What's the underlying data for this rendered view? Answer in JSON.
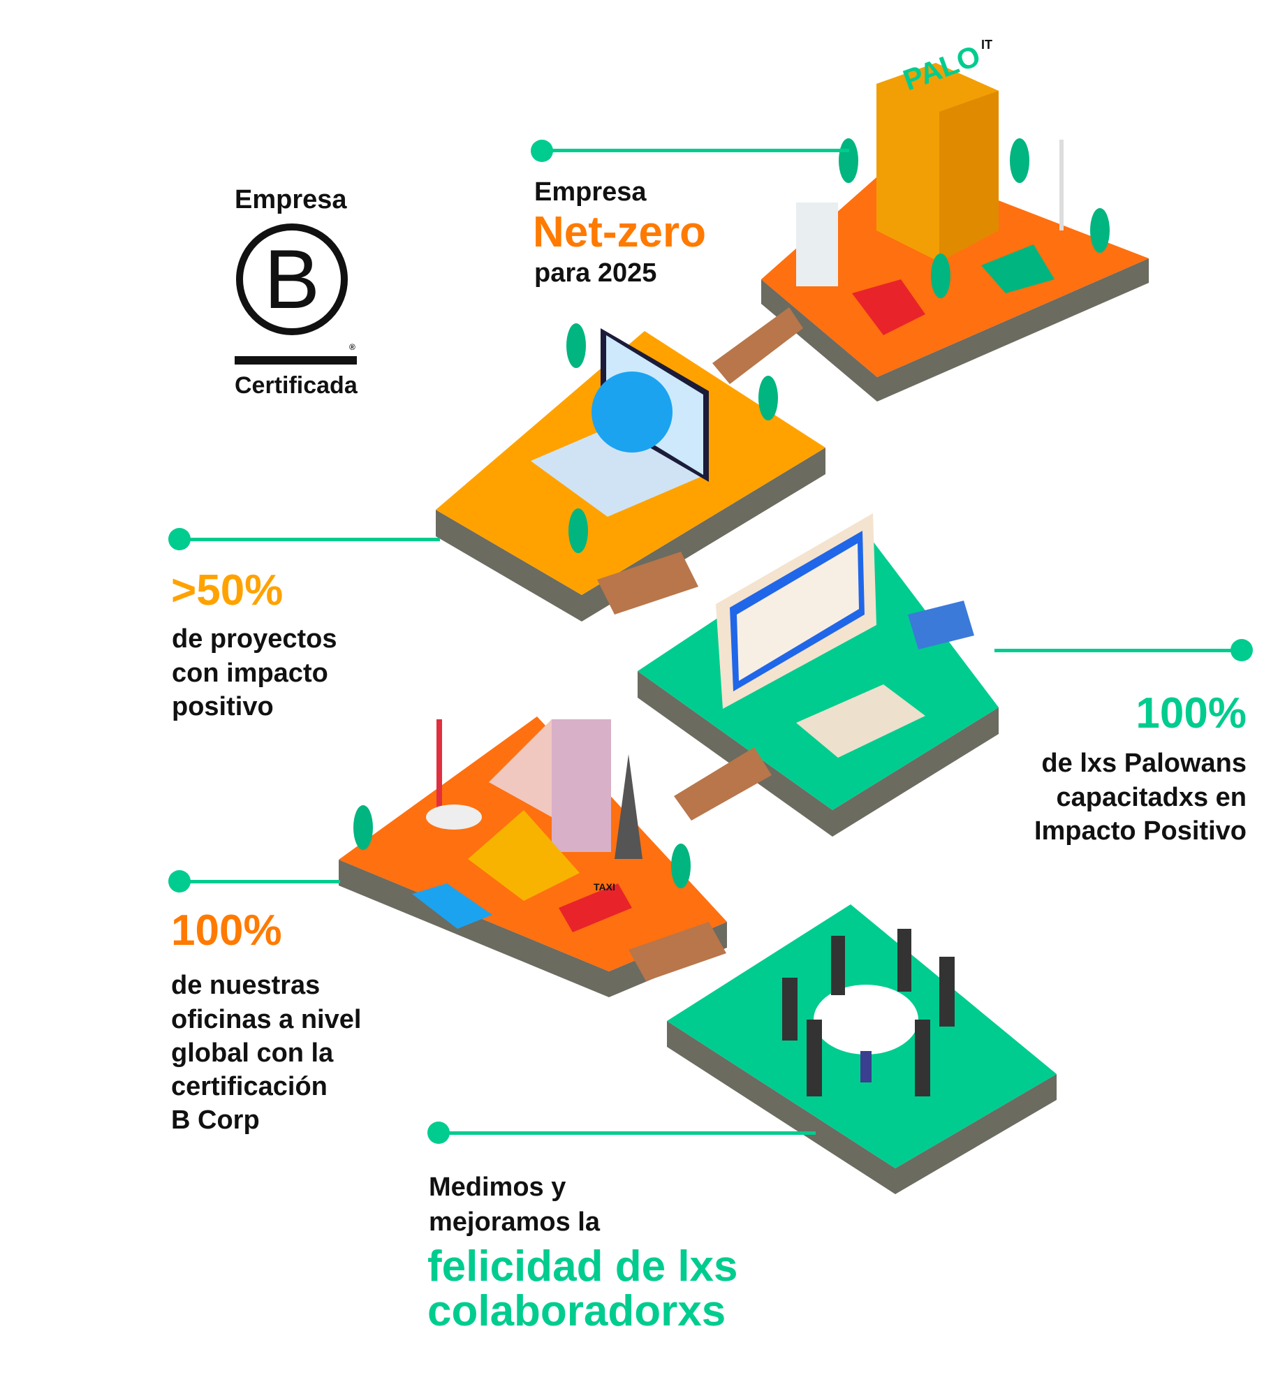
{
  "colors": {
    "green": "#00cc8f",
    "orange": "#ff7010",
    "amber": "#ffa200",
    "shadow": "#6b6b60",
    "black": "#111111"
  },
  "bcorp": {
    "top": "Empresa",
    "letter": "B",
    "registered": "®",
    "bottom": "Certificada"
  },
  "netzero": {
    "line1": "Empresa",
    "highlight": "Net-zero",
    "line3": "para 2025"
  },
  "projects": {
    "stat": ">50%",
    "lines": [
      "de proyectos",
      "con impacto",
      "positivo"
    ]
  },
  "palowans": {
    "stat": "100%",
    "lines": [
      "de lxs Palowans",
      "capacitadxs en",
      "Impacto Positivo"
    ]
  },
  "offices": {
    "stat": "100%",
    "lines": [
      "de nuestras",
      "oficinas a nivel",
      "global con la",
      "certificación",
      "B Corp"
    ]
  },
  "happiness": {
    "lines": [
      "Medimos y",
      "mejoramos la"
    ],
    "highlight": [
      "felicidad de lxs",
      "colaboradorxs"
    ]
  },
  "illustration": {
    "building_sign": "PALO",
    "building_sign_sup": "IT",
    "taxi_sign": "TAXI"
  }
}
